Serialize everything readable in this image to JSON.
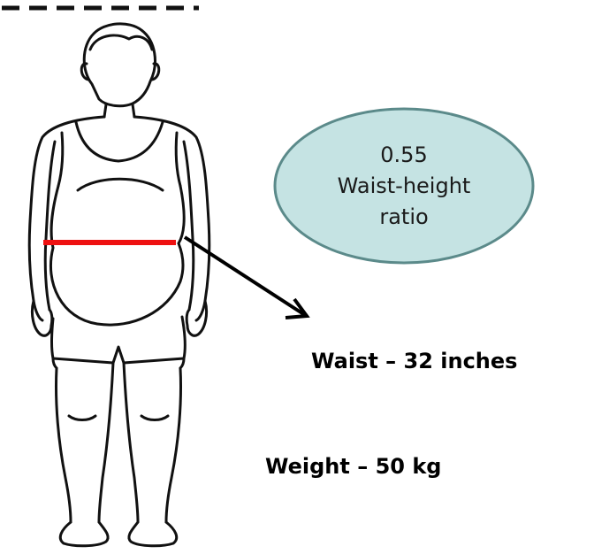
{
  "ratio_bubble": {
    "value": "0.55",
    "label_line1": "Waist-height",
    "label_line2": "ratio",
    "fill_color": "#c5e3e3",
    "border_color": "#5b8a8a"
  },
  "measurements": {
    "waist": "Waist – 32 inches",
    "weight": "Weight – 50 kg"
  },
  "colors": {
    "waist_line": "#ee1111",
    "arrow": "#000000",
    "outline": "#111111"
  }
}
